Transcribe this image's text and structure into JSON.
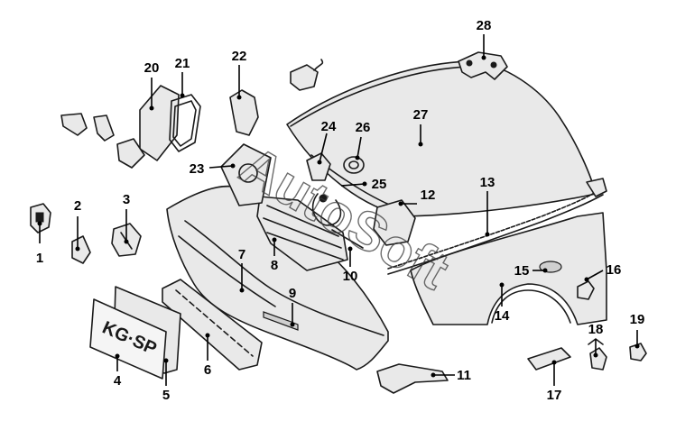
{
  "watermark": "AutoSoft",
  "plate": {
    "text": "KG·SP"
  },
  "callouts": [
    {
      "id": "c1",
      "label": "1"
    },
    {
      "id": "c2",
      "label": "2"
    },
    {
      "id": "c3",
      "label": "3"
    },
    {
      "id": "c4",
      "label": "4"
    },
    {
      "id": "c5",
      "label": "5"
    },
    {
      "id": "c6",
      "label": "6"
    },
    {
      "id": "c7",
      "label": "7"
    },
    {
      "id": "c8",
      "label": "8"
    },
    {
      "id": "c9",
      "label": "9"
    },
    {
      "id": "c10",
      "label": "10"
    },
    {
      "id": "c11",
      "label": "11"
    },
    {
      "id": "c12",
      "label": "12"
    },
    {
      "id": "c13",
      "label": "13"
    },
    {
      "id": "c14",
      "label": "14"
    },
    {
      "id": "c15",
      "label": "15"
    },
    {
      "id": "c16",
      "label": "16"
    },
    {
      "id": "c17",
      "label": "17"
    },
    {
      "id": "c18",
      "label": "18"
    },
    {
      "id": "c19",
      "label": "19"
    },
    {
      "id": "c20",
      "label": "20"
    },
    {
      "id": "c21",
      "label": "21"
    },
    {
      "id": "c22",
      "label": "22"
    },
    {
      "id": "c23",
      "label": "23"
    },
    {
      "id": "c24",
      "label": "24"
    },
    {
      "id": "c25",
      "label": "25"
    },
    {
      "id": "c26",
      "label": "26"
    },
    {
      "id": "c27",
      "label": "27"
    },
    {
      "id": "c28",
      "label": "28"
    }
  ]
}
